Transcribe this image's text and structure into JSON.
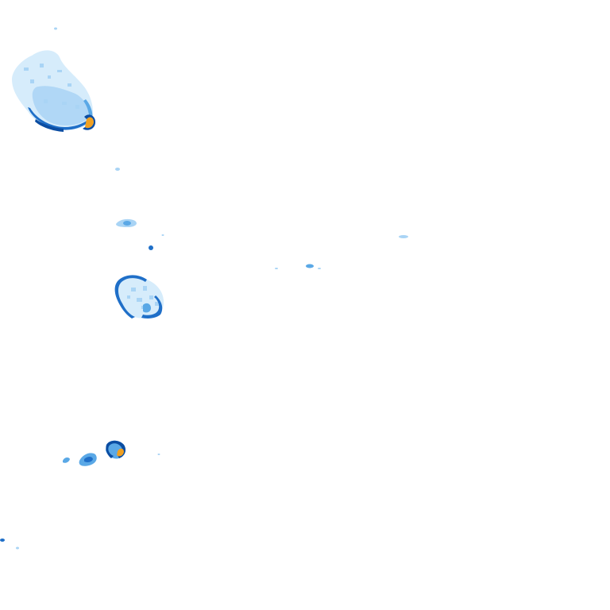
{
  "map": {
    "type": "precipitation-radar-overlay",
    "background": "#ffffff",
    "colors": {
      "very_light": "#d6ecfb",
      "light": "#a9d4f5",
      "medium": "#5aa8e6",
      "heavy": "#1f6fc8",
      "very_heavy": "#0b4da2",
      "intense": "#f0a020"
    },
    "cells": [
      {
        "name": "cell-north-west"
      },
      {
        "name": "cell-center-west"
      },
      {
        "name": "cell-south-west"
      },
      {
        "name": "cell-small-scattered"
      }
    ]
  }
}
